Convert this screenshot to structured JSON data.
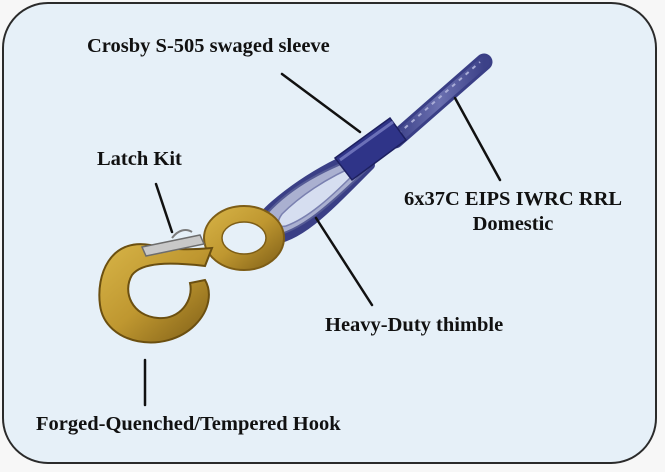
{
  "labels": {
    "sleeve": "Crosby S-505 swaged sleeve",
    "latch": "Latch Kit",
    "rope_line1": "6x37C EIPS IWRC RRL",
    "rope_line2": "Domestic",
    "thimble": "Heavy-Duty thimble",
    "hook": "Forged-Quenched/Tempered Hook"
  },
  "colors": {
    "panel": "#e6f0f8",
    "border": "#2b2b2b",
    "rope": "#4a4f96",
    "sleeve": "#2f3488",
    "thimble": "#9da3c6",
    "hook": "#bf9730",
    "hook_dark": "#8a6a1a",
    "leader": "#111111"
  },
  "icons": [
    "wire-rope",
    "swaged-sleeve",
    "thimble",
    "hook",
    "latch"
  ]
}
